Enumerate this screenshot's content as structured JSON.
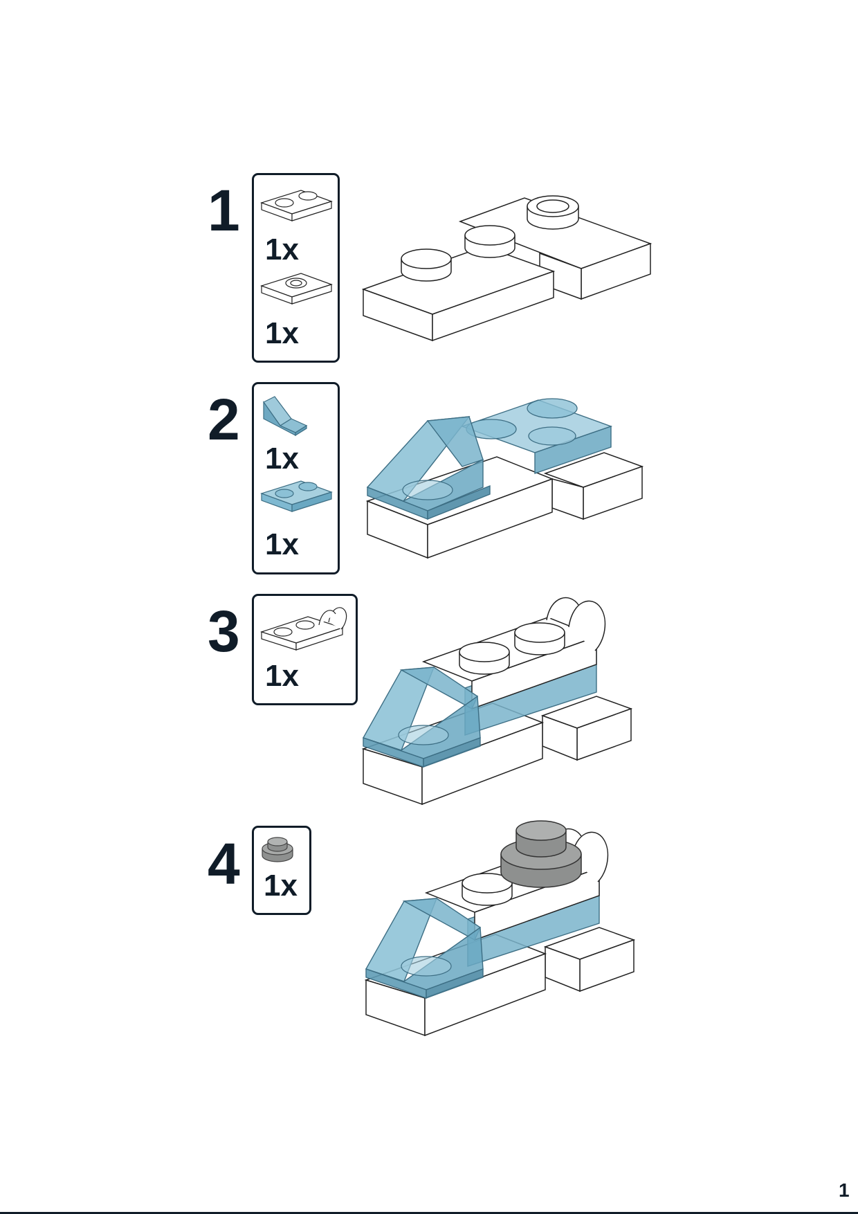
{
  "page": {
    "number": "1"
  },
  "colors": {
    "outline": "#101c28",
    "white_brick": "#ffffff",
    "trans_light_blue": "#7fb9d1",
    "gray_brick": "#9a9c9b"
  },
  "steps": [
    {
      "number": "1",
      "parts": [
        {
          "qty": "1x",
          "icon": "white-plate-1x2-icon"
        },
        {
          "qty": "1x",
          "icon": "white-jumper-plate-icon"
        }
      ],
      "assembly": "white-l-plates-assembly"
    },
    {
      "number": "2",
      "parts": [
        {
          "qty": "1x",
          "icon": "trans-blue-slope-icon"
        },
        {
          "qty": "1x",
          "icon": "trans-blue-plate-1x2-icon"
        }
      ],
      "assembly": "blue-cockpit-assembly"
    },
    {
      "number": "3",
      "parts": [
        {
          "qty": "1x",
          "icon": "white-clip-plate-icon"
        }
      ],
      "assembly": "clip-plate-assembly"
    },
    {
      "number": "4",
      "parts": [
        {
          "qty": "1x",
          "icon": "gray-round-plate-icon"
        }
      ],
      "assembly": "finished-assembly"
    }
  ]
}
